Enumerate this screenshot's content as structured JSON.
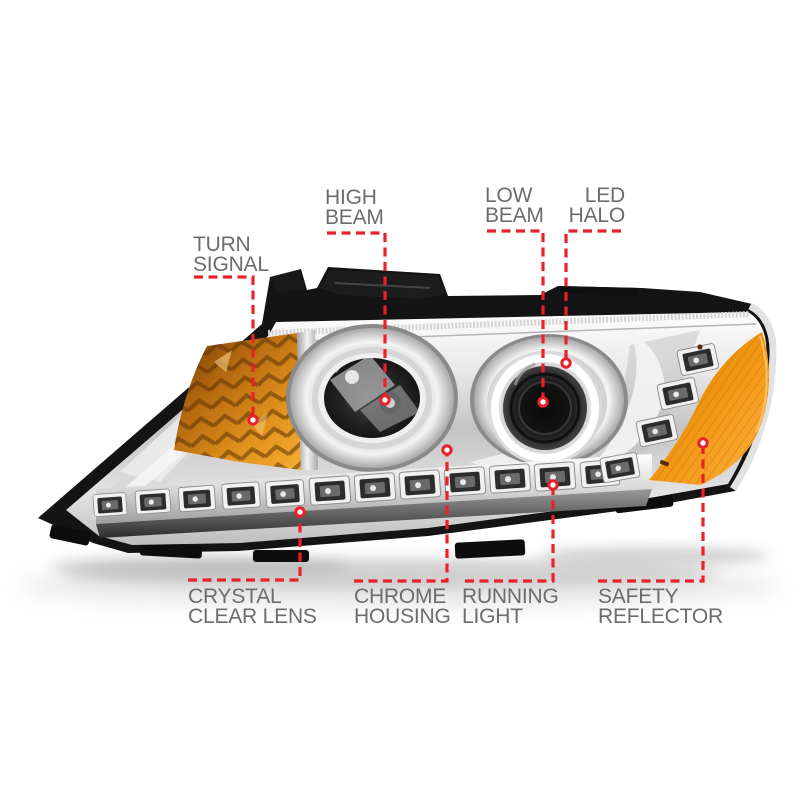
{
  "illustration": {
    "alt": "chrome projector headlight assembly with dual projectors, amber turn signal, LED strip and orange side reflector"
  },
  "colors": {
    "background": "#ffffff",
    "callout_red": "#e8212a",
    "label_gray": "#6b6c6e",
    "housing_black": "#141414",
    "chrome_light": "#e9e9e9",
    "turn_signal_amber": "#d88a1f",
    "reflector_orange": "#f0930f",
    "halo_white": "#ffffff"
  },
  "callouts": {
    "turn_signal": {
      "line1": "TURN",
      "line2": "SIGNAL"
    },
    "high_beam": {
      "line1": "HIGH",
      "line2": "BEAM"
    },
    "low_beam": {
      "line1": "LOW",
      "line2": "BEAM"
    },
    "led_halo": {
      "line1": "LED",
      "line2": "HALO"
    },
    "crystal_clear_lens": {
      "line1": "CRYSTAL",
      "line2": "CLEAR LENS"
    },
    "chrome_housing": {
      "line1": "CHROME",
      "line2": "HOUSING"
    },
    "running_light": {
      "line1": "RUNNING",
      "line2": "LIGHT"
    },
    "safety_reflector": {
      "line1": "SAFETY",
      "line2": "REFLECTOR"
    }
  }
}
